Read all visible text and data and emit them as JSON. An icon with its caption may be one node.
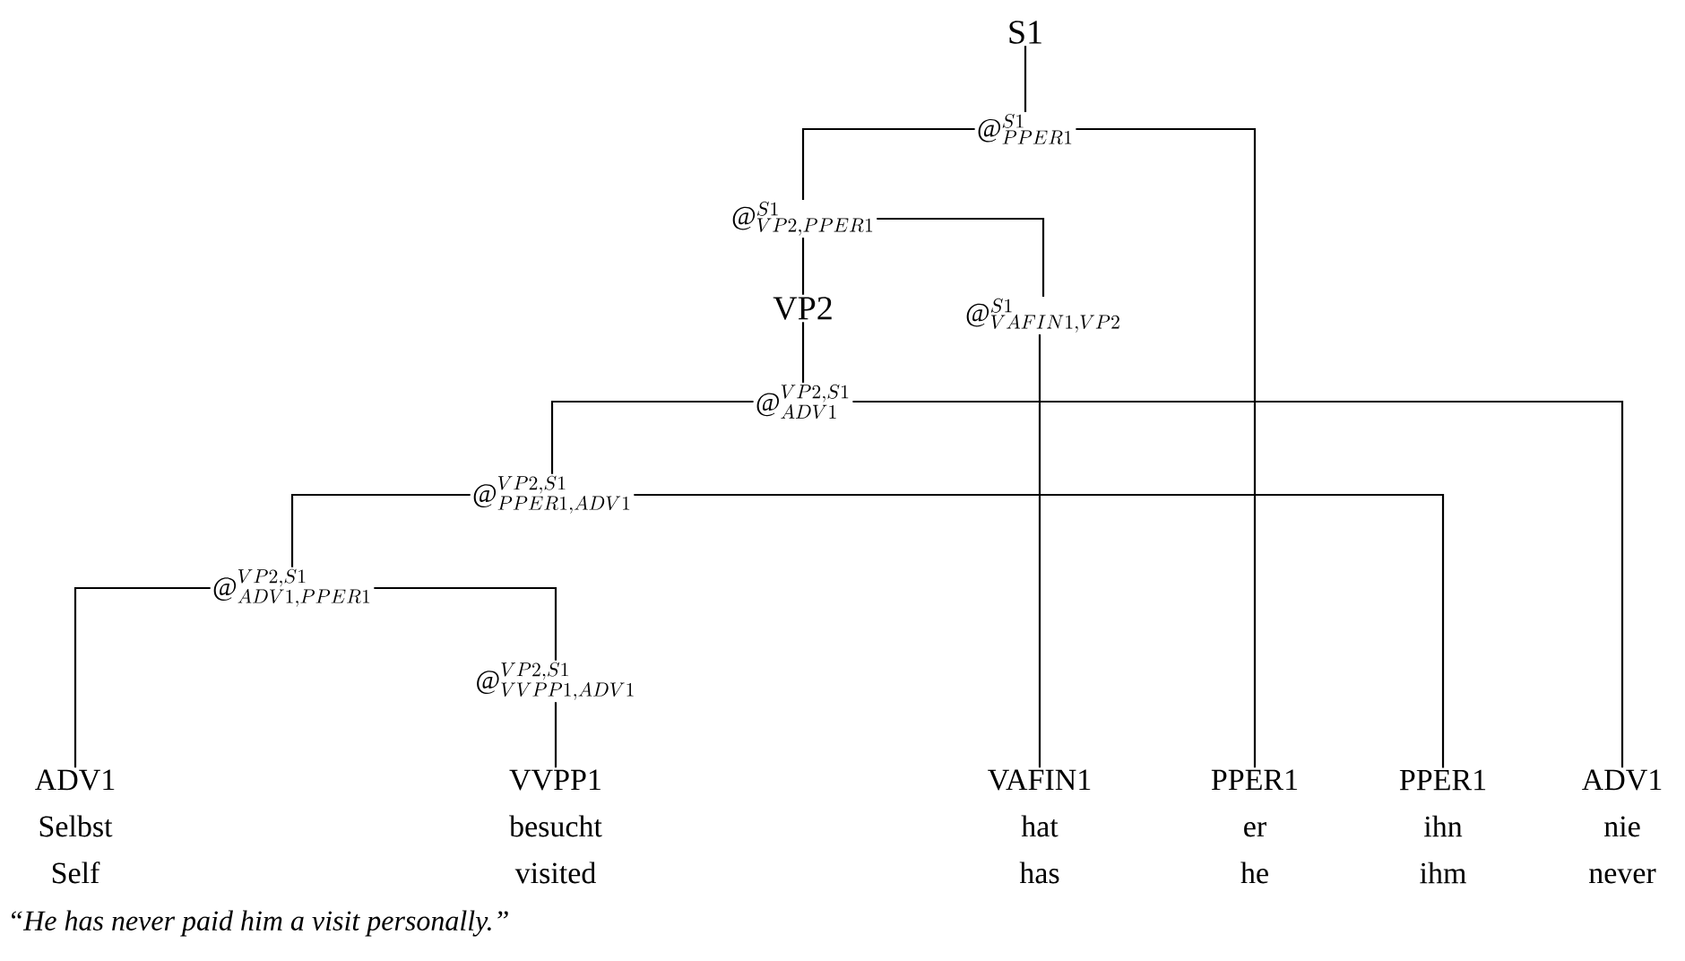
{
  "diagram": {
    "caption": "“He has never paid him a visit personally.”",
    "nodes": [
      {
        "text": [
          "S1"
        ]
      },
      {
        "text": [
          "@^{S1}_{PPER1}"
        ]
      },
      {
        "text": [
          "@^{S1}_{VP2,PPER1}"
        ]
      },
      {
        "text": [
          "VP2"
        ]
      },
      {
        "text": [
          "@^{S1}_{VAFIN1,VP2}"
        ]
      },
      {
        "text": [
          "@^{VP2,S1}_{ADV1}"
        ]
      },
      {
        "text": [
          "@^{VP2,S1}_{PPER1,ADV1}"
        ]
      },
      {
        "text": [
          "@^{VP2,S1}_{ADV1,PPER1}"
        ]
      },
      {
        "text": [
          "@^{VP2,S1}_{VVPP1,ADV1}"
        ]
      },
      {
        "text": [
          "ADV1",
          "Selbst",
          "Self"
        ]
      },
      {
        "text": [
          "VVPP1",
          "besucht",
          "visited"
        ]
      },
      {
        "text": [
          "VAFIN1",
          "hat",
          "has"
        ]
      },
      {
        "text": [
          "PPER1",
          "er",
          "he"
        ]
      },
      {
        "text": [
          "PPER1",
          "ihn",
          "ihm"
        ]
      },
      {
        "text": [
          "ADV1",
          "nie",
          "never"
        ]
      }
    ],
    "edges": [
      {
        "from": 0,
        "to": 1,
        "arrow": "none"
      },
      {
        "from": 1,
        "to": 2,
        "arrow": "none"
      },
      {
        "from": 1,
        "to": 12,
        "arrow": "none"
      },
      {
        "from": 2,
        "to": 3,
        "arrow": "none"
      },
      {
        "from": 2,
        "to": 4,
        "arrow": "none"
      },
      {
        "from": 3,
        "to": 5,
        "arrow": "none"
      },
      {
        "from": 4,
        "to": 11,
        "arrow": "none"
      },
      {
        "from": 5,
        "to": 6,
        "arrow": "none"
      },
      {
        "from": 5,
        "to": 14,
        "arrow": "none"
      },
      {
        "from": 6,
        "to": 7,
        "arrow": "none"
      },
      {
        "from": 6,
        "to": 13,
        "arrow": "none"
      },
      {
        "from": 7,
        "to": 9,
        "arrow": "none"
      },
      {
        "from": 7,
        "to": 8,
        "arrow": "none"
      },
      {
        "from": 8,
        "to": 10,
        "arrow": "none"
      }
    ]
  }
}
